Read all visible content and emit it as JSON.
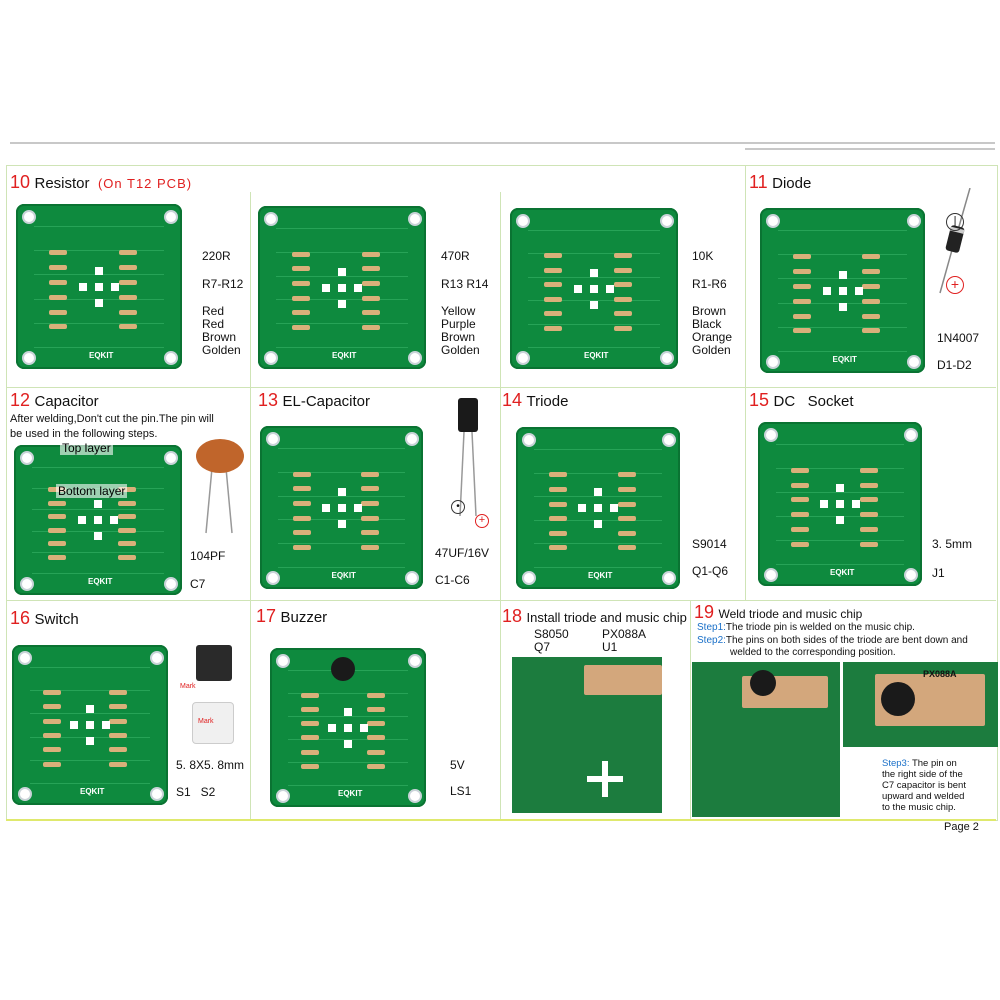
{
  "page": {
    "label": "Page 2"
  },
  "sections": {
    "s10": {
      "num": "10",
      "title": "Resistor",
      "note": "(On T12 PCB)"
    },
    "s11": {
      "num": "11",
      "title": "Diode"
    },
    "s12": {
      "num": "12",
      "title": "Capacitor",
      "note_line1": "After welding,Don't cut the pin.The pin will",
      "note_line2": "be used in the following steps.",
      "top_layer": "Top layer",
      "bottom_layer": "Bottom layer"
    },
    "s13": {
      "num": "13",
      "title": "EL-Capacitor"
    },
    "s14": {
      "num": "14",
      "title": "Triode"
    },
    "s15": {
      "num": "15",
      "title": "DC   Socket"
    },
    "s16": {
      "num": "16",
      "title": "Switch",
      "mark": "Mark"
    },
    "s17": {
      "num": "17",
      "title": "Buzzer"
    },
    "s18": {
      "num": "18",
      "title": "Install triode and music chip",
      "col1_a": "S8050",
      "col1_b": "Q7",
      "col2_a": "PX088A",
      "col2_b": "U1"
    },
    "s19": {
      "num": "19",
      "title": "Weld triode and music chip",
      "step1_label": "Step1:",
      "step1_text": "The triode pin is welded on the music chip.",
      "step2_label": "Step2:",
      "step2_text": "The pins on both sides of the triode are bent down and",
      "step2_text2": "welded to the corresponding position.",
      "step3_label": "Step3:",
      "step3_l1": "The  pin  on",
      "step3_l2": "the right side of the",
      "step3_l3": "C7  capacitor is bent",
      "step3_l4": "upward and welded",
      "step3_l5": "to the music chip.",
      "chip_label": "PX088A"
    }
  },
  "resistors": [
    {
      "value": "220R",
      "ref": "R7-R12",
      "bands": [
        "Red",
        "Red",
        "Brown",
        "Golden"
      ]
    },
    {
      "value": "470R",
      "ref": "R13  R14",
      "bands": [
        "Yellow",
        "Purple",
        "Brown",
        "Golden"
      ]
    },
    {
      "value": "10K",
      "ref": "R1-R6",
      "bands": [
        "Brown",
        "Black",
        "Orange",
        "Golden"
      ]
    }
  ],
  "diode": {
    "part": "1N4007",
    "ref": "D1-D2"
  },
  "capacitor": {
    "value": "104PF",
    "ref": "C7"
  },
  "el_capacitor": {
    "value": "47UF/16V",
    "ref": "C1-C6"
  },
  "triode": {
    "part": "S9014",
    "ref": "Q1-Q6"
  },
  "dc_socket": {
    "size": "3. 5mm",
    "ref": "J1"
  },
  "switch": {
    "size": "5. 8X5. 8mm",
    "refs": "S1   S2"
  },
  "buzzer": {
    "voltage": "5V",
    "ref": "LS1"
  },
  "pcb_brand": "EQKIT",
  "colors": {
    "red": "#e02020",
    "blue": "#1a70c8",
    "pcb_green": "#0e8a3e",
    "grid_line": "#cfe4b6",
    "bottom_line": "#dfe96d"
  }
}
